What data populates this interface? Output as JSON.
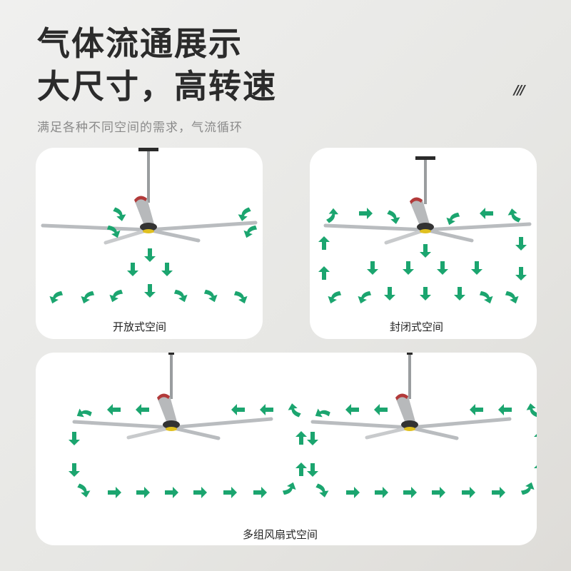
{
  "header": {
    "title_line1": "气体流通展示",
    "title_line2": "大尺寸，高转速",
    "decoration": "///",
    "subtitle": "满足各种不同空间的需求，气流循环"
  },
  "panels": {
    "open": {
      "caption": "开放式空间"
    },
    "closed": {
      "caption": "封闭式空间"
    },
    "multi": {
      "caption": "多组风扇式空间"
    }
  },
  "colors": {
    "arrow": "#1ba56f",
    "fan_blade": "#b9bcbf",
    "fan_motor_red": "#b23a3a",
    "fan_hub_yellow": "#e0c020",
    "panel_bg": "#ffffff",
    "title": "#2b2b2b",
    "subtitle": "#8a8a8a"
  },
  "icons": {
    "fan": "ceiling-fan-icon",
    "arrow": "airflow-arrow-icon"
  }
}
